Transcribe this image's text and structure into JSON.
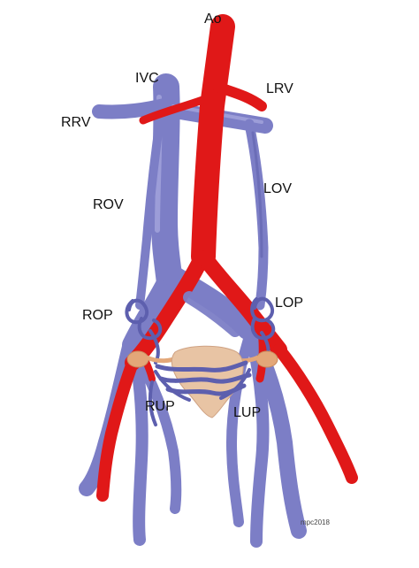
{
  "labels": {
    "ao": "Ao",
    "ivc": "IVC",
    "lrv": "LRV",
    "rrv": "RRV",
    "rov": "ROV",
    "lov": "LOV",
    "rop": "ROP",
    "lop": "LOP",
    "rup": "RUP",
    "lup": "LUP"
  },
  "credit": "mpc2018",
  "colors": {
    "artery": "#e01818",
    "vein": "#7c7ec6",
    "uterus": "#e8c4a4",
    "ovary": "#e3a779"
  }
}
